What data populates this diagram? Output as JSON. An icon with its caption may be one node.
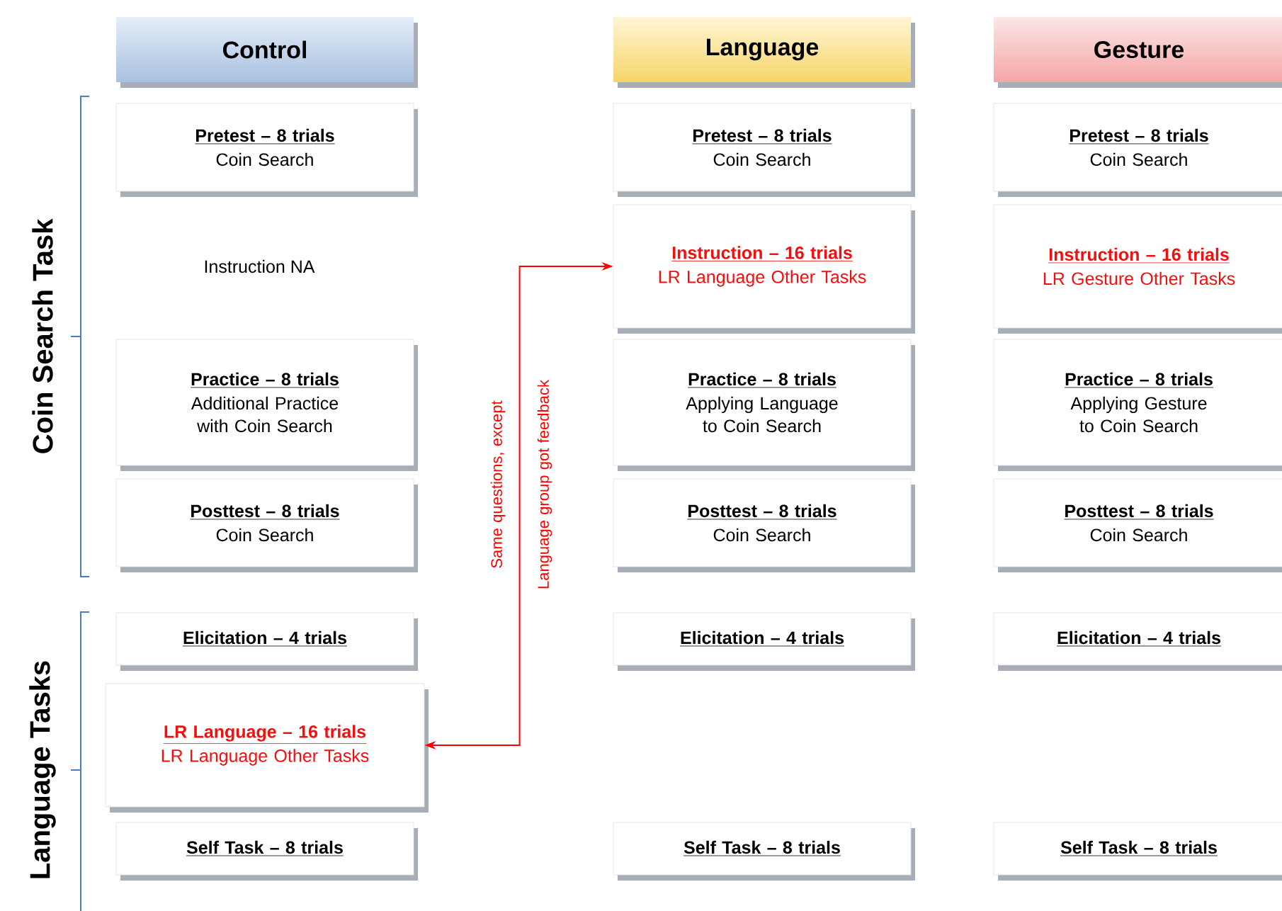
{
  "diagram": {
    "nodes": [
      {
        "text": [
          "Control"
        ]
      },
      {
        "text": [
          "Language"
        ]
      },
      {
        "text": [
          "Gesture"
        ]
      },
      {
        "text": [
          "Pretest – 8 trials",
          "Coin Search"
        ]
      },
      {
        "text": [
          "Pretest – 8 trials",
          "Coin Search"
        ]
      },
      {
        "text": [
          "Pretest – 8 trials",
          "Coin Search"
        ]
      },
      {
        "text": [
          "Instruction – 16 trials",
          "LR Language Other Tasks"
        ]
      },
      {
        "text": [
          "Instruction – 16 trials",
          "LR Gesture Other Tasks"
        ]
      },
      {
        "text": [
          "Practice – 8 trials",
          "Additional Practice with Coin Search"
        ]
      },
      {
        "text": [
          "Practice – 8 trials",
          "Applying Language to Coin Search"
        ]
      },
      {
        "text": [
          "Practice – 8 trials",
          "Applying Gesture to Coin Search"
        ]
      },
      {
        "text": [
          "Posttest – 8 trials",
          "Coin Search"
        ]
      },
      {
        "text": [
          "Posttest – 8 trials",
          "Coin Search"
        ]
      },
      {
        "text": [
          "Posttest – 8 trials",
          "Coin Search"
        ]
      },
      {
        "text": [
          "Elicitation – 4 trials"
        ]
      },
      {
        "text": [
          "Elicitation – 4 trials"
        ]
      },
      {
        "text": [
          "Elicitation – 4 trials"
        ]
      },
      {
        "text": [
          "LR Language – 16 trials",
          "LR Language Other Tasks"
        ]
      },
      {
        "text": [
          "Self Task – 8 trials"
        ]
      },
      {
        "text": [
          "Self Task – 8 trials"
        ]
      },
      {
        "text": [
          "Self Task – 8 trials"
        ]
      }
    ],
    "edges": [
      {
        "from": 6,
        "to": 17,
        "arrow": "both",
        "label": "Same questions, except Language group got feedback",
        "color": "#ff0000"
      }
    ],
    "labels": [
      "Coin Search Task",
      "Instruction NA",
      "Language Tasks"
    ]
  }
}
